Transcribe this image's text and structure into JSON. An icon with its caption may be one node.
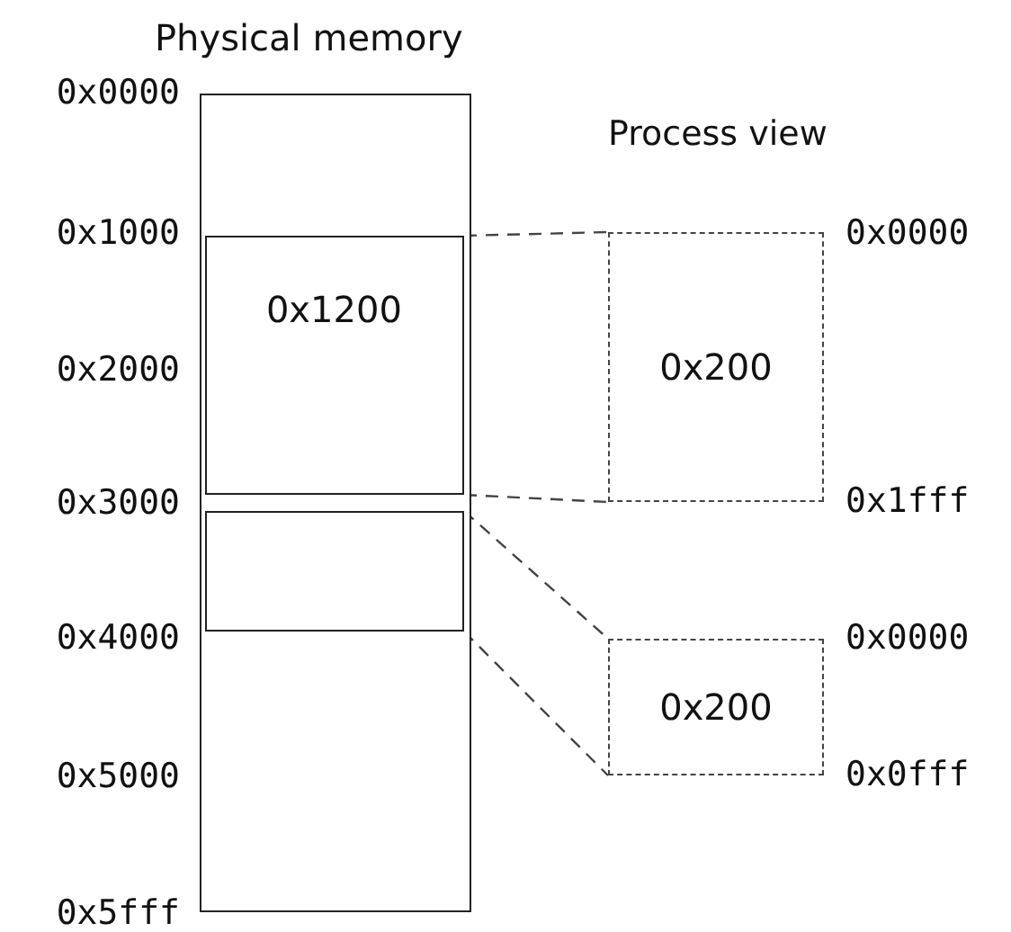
{
  "diagram": {
    "nodes": [
      {
        "text": [
          "Physical memory"
        ]
      },
      {
        "text": [
          "0x1200"
        ],
        "in": 0
      },
      {
        "text": [],
        "shape": "box",
        "in": 0
      },
      {
        "text": [
          "0x200"
        ]
      },
      {
        "text": [
          "0x200"
        ]
      }
    ],
    "edges": [
      {
        "from": 1,
        "to": 3,
        "arrow": "none",
        "style": "dashed"
      },
      {
        "from": 1,
        "to": 3,
        "arrow": "none",
        "style": "dashed"
      },
      {
        "from": 2,
        "to": 4,
        "arrow": "none",
        "style": "dashed"
      },
      {
        "from": 2,
        "to": 4,
        "arrow": "none",
        "style": "dashed"
      }
    ],
    "labels": [
      "0x0000",
      "Process view",
      "0x1000",
      "0x0000",
      "0x2000",
      "0x3000",
      "0x1fff",
      "0x4000",
      "0x0000",
      "0x5000",
      "0x0fff",
      "0x5fff"
    ]
  }
}
